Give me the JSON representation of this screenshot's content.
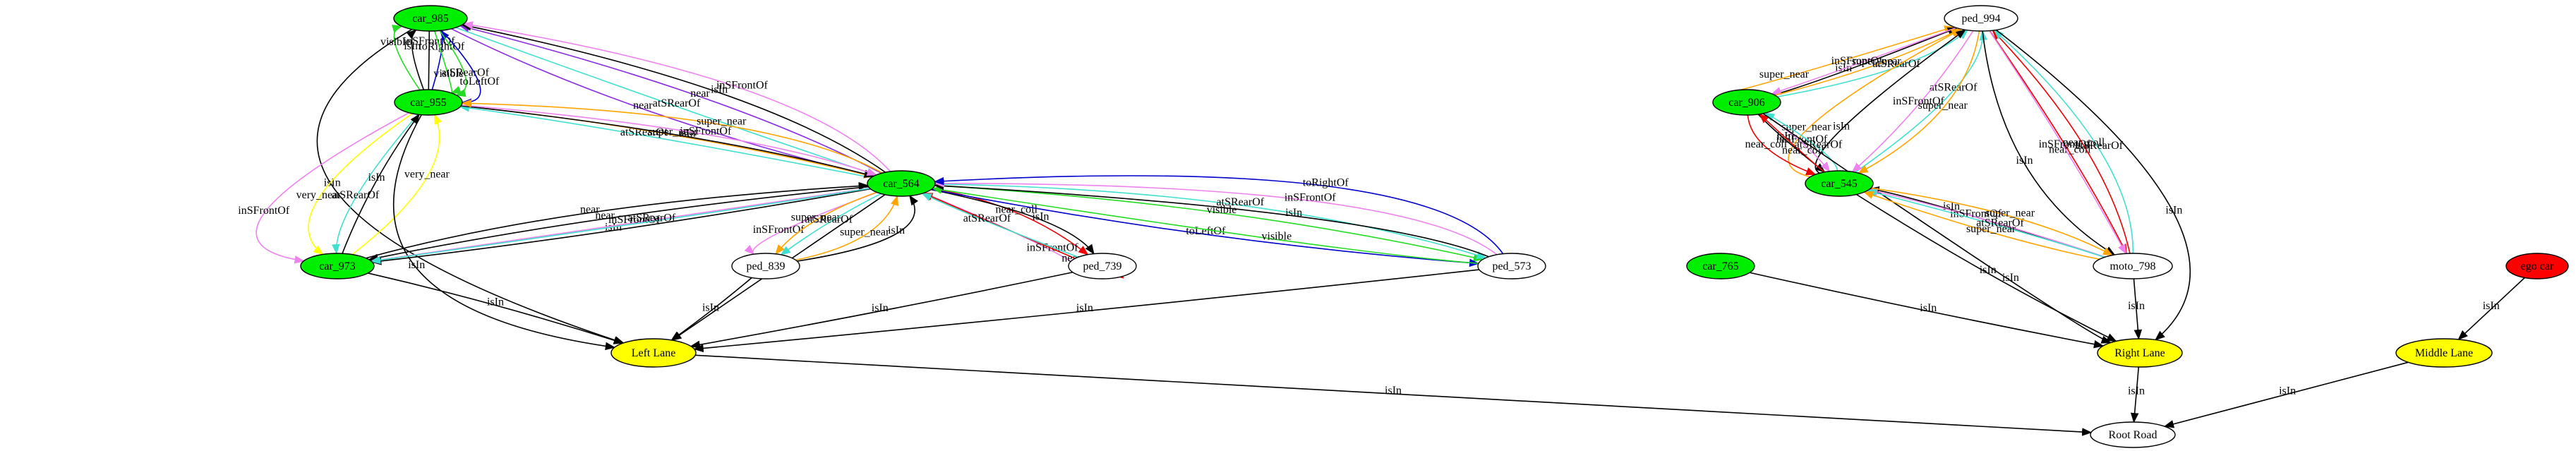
{
  "diagram": {
    "colors": {
      "car": "#00ee00",
      "ego": "#ff0000",
      "lane": "#ffff00",
      "other": "#ffffff",
      "edge_black": "#000000",
      "edge_red": "#ee0000",
      "edge_orange": "#ffa500",
      "edge_green": "#22dd22",
      "edge_blue": "#0000cc",
      "edge_violet": "#8a2be2",
      "edge_turquoise": "#40e0d0",
      "edge_pink": "#ee82ee",
      "edge_yellow": "#ffff00"
    },
    "nodes": [
      {
        "id": "car_985",
        "label": "car_985",
        "kind": "car"
      },
      {
        "id": "car_955",
        "label": "car_955",
        "kind": "car"
      },
      {
        "id": "car_564",
        "label": "car_564",
        "kind": "car"
      },
      {
        "id": "car_973",
        "label": "car_973",
        "kind": "car"
      },
      {
        "id": "ped_839",
        "label": "ped_839",
        "kind": "other"
      },
      {
        "id": "ped_739",
        "label": "ped_739",
        "kind": "other"
      },
      {
        "id": "ped_573",
        "label": "ped_573",
        "kind": "other"
      },
      {
        "id": "left_lane",
        "label": "Left Lane",
        "kind": "lane"
      },
      {
        "id": "ped_994",
        "label": "ped_994",
        "kind": "other"
      },
      {
        "id": "car_906",
        "label": "car_906",
        "kind": "car"
      },
      {
        "id": "car_545",
        "label": "car_545",
        "kind": "car"
      },
      {
        "id": "car_765",
        "label": "car_765",
        "kind": "car"
      },
      {
        "id": "moto_798",
        "label": "moto_798",
        "kind": "other"
      },
      {
        "id": "right_lane",
        "label": "Right Lane",
        "kind": "lane"
      },
      {
        "id": "ego_car",
        "label": "ego car",
        "kind": "ego"
      },
      {
        "id": "middle_lane",
        "label": "Middle Lane",
        "kind": "lane"
      },
      {
        "id": "root_road",
        "label": "Root Road",
        "kind": "other"
      }
    ],
    "edges": [
      {
        "from": "car_985",
        "to": "left_lane",
        "label": "isIn",
        "color": "edge_black"
      },
      {
        "from": "car_955",
        "to": "car_985",
        "label": "visible",
        "color": "edge_green"
      },
      {
        "from": "car_955",
        "to": "car_985",
        "label": "isIn",
        "color": "edge_black"
      },
      {
        "from": "car_955",
        "to": "car_985",
        "label": "inSFrontOf",
        "color": "edge_black"
      },
      {
        "from": "car_955",
        "to": "car_985",
        "label": "toRightOf",
        "color": "edge_blue"
      },
      {
        "from": "car_985",
        "to": "car_955",
        "label": "visible",
        "color": "edge_green"
      },
      {
        "from": "car_985",
        "to": "car_955",
        "label": "atSRearOf",
        "color": "edge_green"
      },
      {
        "from": "car_985",
        "to": "car_955",
        "label": "toLeftOf",
        "color": "edge_blue"
      },
      {
        "from": "car_985",
        "to": "car_564",
        "label": "near",
        "color": "edge_violet"
      },
      {
        "from": "car_985",
        "to": "car_564",
        "label": "atSRearOf",
        "color": "edge_turquoise"
      },
      {
        "from": "car_564",
        "to": "car_985",
        "label": "near",
        "color": "edge_violet"
      },
      {
        "from": "car_564",
        "to": "car_985",
        "label": "isIn",
        "color": "edge_black"
      },
      {
        "from": "car_564",
        "to": "car_985",
        "label": "inSFrontOf",
        "color": "edge_pink"
      },
      {
        "from": "car_955",
        "to": "car_973",
        "label": "inSFrontOf",
        "color": "edge_pink"
      },
      {
        "from": "car_955",
        "to": "car_973",
        "label": "very_near",
        "color": "edge_yellow"
      },
      {
        "from": "car_955",
        "to": "car_973",
        "label": "atSRearOf",
        "color": "edge_turquoise"
      },
      {
        "from": "car_973",
        "to": "car_955",
        "label": "very_near",
        "color": "edge_yellow"
      },
      {
        "from": "car_973",
        "to": "car_955",
        "label": "isIn",
        "color": "edge_black"
      },
      {
        "from": "car_955",
        "to": "left_lane",
        "label": "isIn",
        "color": "edge_black"
      },
      {
        "from": "car_564",
        "to": "car_955",
        "label": "atSRearOf",
        "color": "edge_turquoise"
      },
      {
        "from": "car_955",
        "to": "car_564",
        "label": "super_near",
        "color": "edge_orange"
      },
      {
        "from": "car_955",
        "to": "car_564",
        "label": "isIn",
        "color": "edge_black"
      },
      {
        "from": "car_955",
        "to": "car_564",
        "label": "inSFrontOf",
        "color": "edge_pink"
      },
      {
        "from": "car_564",
        "to": "car_955",
        "label": "super_near",
        "color": "edge_orange"
      },
      {
        "from": "car_564",
        "to": "car_973",
        "label": "near",
        "color": "edge_black"
      },
      {
        "from": "car_973",
        "to": "car_564",
        "label": "near",
        "color": "edge_black"
      },
      {
        "from": "car_564",
        "to": "car_973",
        "label": "isIn",
        "color": "edge_black"
      },
      {
        "from": "car_564",
        "to": "car_973",
        "label": "inSFrontOf",
        "color": "edge_pink"
      },
      {
        "from": "car_564",
        "to": "car_973",
        "label": "atSRearOf",
        "color": "edge_turquoise"
      },
      {
        "from": "car_973",
        "to": "left_lane",
        "label": "isIn",
        "color": "edge_black"
      },
      {
        "from": "car_564",
        "to": "left_lane",
        "label": "isIn",
        "color": "edge_black"
      },
      {
        "from": "car_564",
        "to": "ped_839",
        "label": "inSFrontOf",
        "color": "edge_pink"
      },
      {
        "from": "car_564",
        "to": "ped_839",
        "label": "super_near",
        "color": "edge_orange"
      },
      {
        "from": "car_564",
        "to": "ped_839",
        "label": "atSRearOf",
        "color": "edge_turquoise"
      },
      {
        "from": "ped_839",
        "to": "car_564",
        "label": "super_near",
        "color": "edge_orange"
      },
      {
        "from": "ped_839",
        "to": "car_564",
        "label": "isIn",
        "color": "edge_black"
      },
      {
        "from": "car_564",
        "to": "ped_739",
        "label": "near_coll",
        "color": "edge_red"
      },
      {
        "from": "car_564",
        "to": "ped_739",
        "label": "isIn",
        "color": "edge_black"
      },
      {
        "from": "car_564",
        "to": "ped_739",
        "label": "inSFrontOf",
        "color": "edge_pink"
      },
      {
        "from": "ped_739",
        "to": "car_564",
        "label": "near_coll",
        "color": "edge_red"
      },
      {
        "from": "ped_739",
        "to": "car_564",
        "label": "atSRearOf",
        "color": "edge_turquoise"
      },
      {
        "from": "car_564",
        "to": "ped_573",
        "label": "visible",
        "color": "edge_green"
      },
      {
        "from": "car_564",
        "to": "ped_573",
        "label": "atSRearOf",
        "color": "edge_turquoise"
      },
      {
        "from": "car_564",
        "to": "ped_573",
        "label": "toLeftOf",
        "color": "edge_blue"
      },
      {
        "from": "ped_573",
        "to": "car_564",
        "label": "visible",
        "color": "edge_green"
      },
      {
        "from": "ped_573",
        "to": "car_564",
        "label": "isIn",
        "color": "edge_black"
      },
      {
        "from": "ped_573",
        "to": "car_564",
        "label": "inSFrontOf",
        "color": "edge_pink"
      },
      {
        "from": "ped_573",
        "to": "car_564",
        "label": "toRightOf",
        "color": "edge_blue"
      },
      {
        "from": "ped_839",
        "to": "left_lane",
        "label": "isIn",
        "color": "edge_black"
      },
      {
        "from": "ped_739",
        "to": "left_lane",
        "label": "isIn",
        "color": "edge_black"
      },
      {
        "from": "ped_573",
        "to": "left_lane",
        "label": "isIn",
        "color": "edge_black"
      },
      {
        "from": "left_lane",
        "to": "root_road",
        "label": "isIn",
        "color": "edge_black"
      },
      {
        "from": "car_906",
        "to": "ped_994",
        "label": "super_near",
        "color": "edge_orange"
      },
      {
        "from": "car_906",
        "to": "ped_994",
        "label": "isIn",
        "color": "edge_black"
      },
      {
        "from": "ped_994",
        "to": "car_906",
        "label": "inSFrontOf",
        "color": "edge_pink"
      },
      {
        "from": "car_906",
        "to": "ped_994",
        "label": "super_near",
        "color": "edge_orange"
      },
      {
        "from": "car_906",
        "to": "ped_994",
        "label": "atSRearOf",
        "color": "edge_turquoise"
      },
      {
        "from": "car_545",
        "to": "ped_994",
        "label": "super_near",
        "color": "edge_orange"
      },
      {
        "from": "car_545",
        "to": "ped_994",
        "label": "isIn",
        "color": "edge_black"
      },
      {
        "from": "car_545",
        "to": "ped_994",
        "label": "atSRearOf",
        "color": "edge_turquoise"
      },
      {
        "from": "ped_994",
        "to": "car_545",
        "label": "inSFrontOf",
        "color": "edge_pink"
      },
      {
        "from": "ped_994",
        "to": "car_545",
        "label": "super_near",
        "color": "edge_orange"
      },
      {
        "from": "car_906",
        "to": "car_545",
        "label": "near_coll",
        "color": "edge_red"
      },
      {
        "from": "car_906",
        "to": "car_545",
        "label": "isIn",
        "color": "edge_black"
      },
      {
        "from": "car_906",
        "to": "car_545",
        "label": "inSFrontOf",
        "color": "edge_pink"
      },
      {
        "from": "car_545",
        "to": "car_906",
        "label": "near_coll",
        "color": "edge_red"
      },
      {
        "from": "car_545",
        "to": "car_906",
        "label": "atSRearOf",
        "color": "edge_turquoise"
      },
      {
        "from": "ped_994",
        "to": "moto_798",
        "label": "near_coll",
        "color": "edge_red"
      },
      {
        "from": "ped_994",
        "to": "moto_798",
        "label": "isIn",
        "color": "edge_black"
      },
      {
        "from": "ped_994",
        "to": "moto_798",
        "label": "inSFrontOf",
        "color": "edge_pink"
      },
      {
        "from": "moto_798",
        "to": "ped_994",
        "label": "near_coll",
        "color": "edge_red"
      },
      {
        "from": "moto_798",
        "to": "ped_994",
        "label": "atSRearOf",
        "color": "edge_turquoise"
      },
      {
        "from": "ped_994",
        "to": "right_lane",
        "label": "isIn",
        "color": "edge_black"
      },
      {
        "from": "car_906",
        "to": "right_lane",
        "label": "isIn",
        "color": "edge_black"
      },
      {
        "from": "moto_798",
        "to": "car_545",
        "label": "isIn",
        "color": "edge_black"
      },
      {
        "from": "moto_798",
        "to": "car_545",
        "label": "inSFrontOf",
        "color": "edge_pink"
      },
      {
        "from": "moto_798",
        "to": "car_545",
        "label": "atSRearOf",
        "color": "edge_turquoise"
      },
      {
        "from": "car_545",
        "to": "moto_798",
        "label": "super_near",
        "color": "edge_orange"
      },
      {
        "from": "moto_798",
        "to": "car_545",
        "label": "super_near",
        "color": "edge_orange"
      },
      {
        "from": "car_545",
        "to": "right_lane",
        "label": "isIn",
        "color": "edge_black"
      },
      {
        "from": "moto_798",
        "to": "right_lane",
        "label": "isIn",
        "color": "edge_black"
      },
      {
        "from": "car_765",
        "to": "right_lane",
        "label": "isIn",
        "color": "edge_black"
      },
      {
        "from": "right_lane",
        "to": "root_road",
        "label": "isIn",
        "color": "edge_black"
      },
      {
        "from": "ego_car",
        "to": "middle_lane",
        "label": "isIn",
        "color": "edge_black"
      },
      {
        "from": "middle_lane",
        "to": "root_road",
        "label": "isIn",
        "color": "edge_black"
      }
    ]
  }
}
